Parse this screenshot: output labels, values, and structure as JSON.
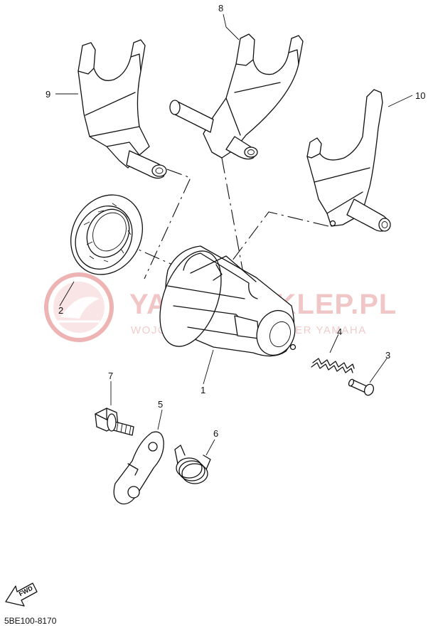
{
  "watermark": {
    "title": "YAMAHASKLEP.PL",
    "subtitle": "WOJCIK MOTOCYKLE DEALER YAMAHA",
    "color": "#e9a5a5"
  },
  "callouts": [
    {
      "id": "1",
      "label": "1"
    },
    {
      "id": "2",
      "label": "2"
    },
    {
      "id": "3",
      "label": "3"
    },
    {
      "id": "4",
      "label": "4"
    },
    {
      "id": "5",
      "label": "5"
    },
    {
      "id": "6",
      "label": "6"
    },
    {
      "id": "7",
      "label": "7"
    },
    {
      "id": "8",
      "label": "8"
    },
    {
      "id": "9",
      "label": "9"
    },
    {
      "id": "10",
      "label": "10"
    }
  ],
  "fwd_label": "FWD",
  "diagram_code": "5BE100-8170"
}
